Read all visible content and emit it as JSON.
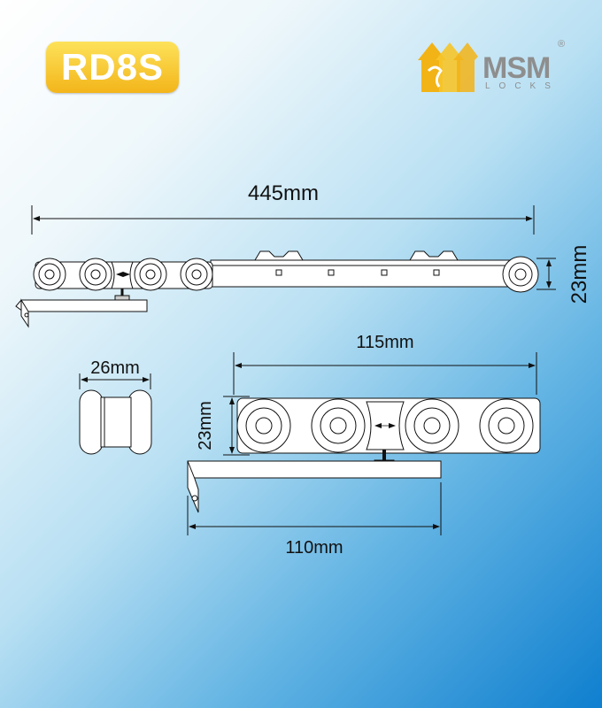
{
  "product": {
    "model": "RD8S"
  },
  "brand": {
    "name": "MSM",
    "subtitle": "LOCKS",
    "registered": "®",
    "colors": {
      "badge": "#f6c52a",
      "logo_gold": "#f2b316",
      "logo_text": "#8e8e8e"
    }
  },
  "dimensions": {
    "total_length": "445mm",
    "height_side": "23mm",
    "width": "26mm",
    "carriage_length": "115mm",
    "carriage_height": "23mm",
    "plate_length": "110mm"
  }
}
